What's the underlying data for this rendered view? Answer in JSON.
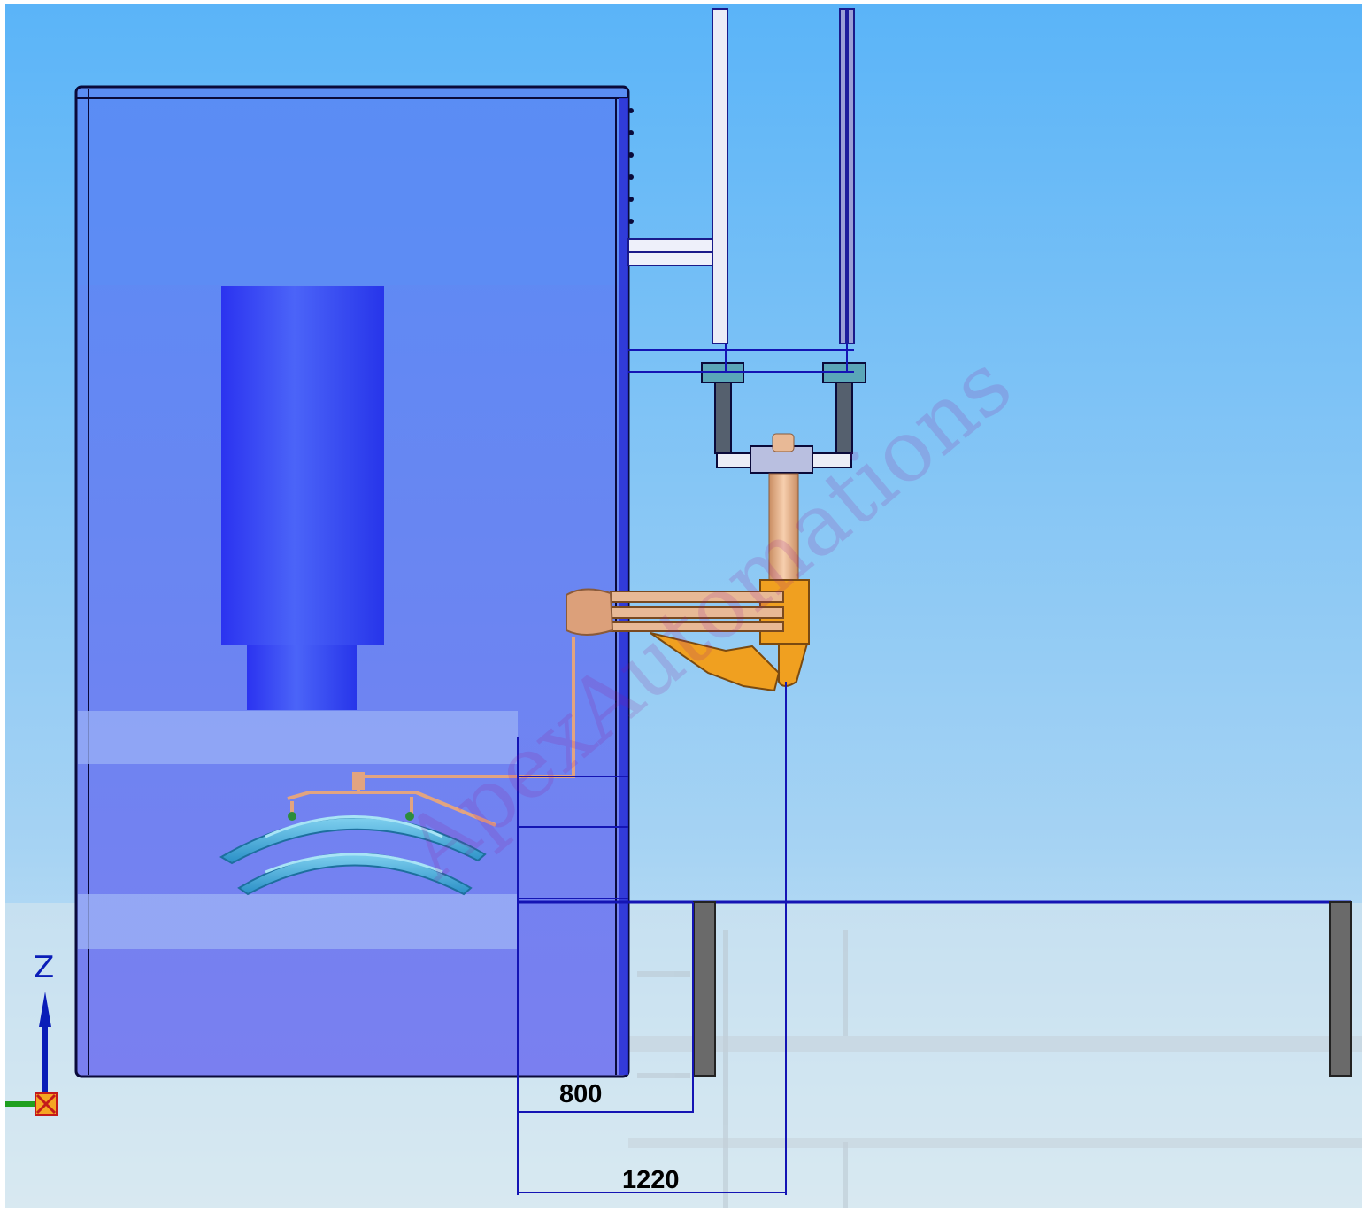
{
  "dimensions": {
    "inner": "800",
    "outer": "1220"
  },
  "axis_triad": {
    "z_label": "Z"
  },
  "watermark": "ApexAutomations",
  "colors": {
    "sky_top": "#5ab4f8",
    "sky_bottom": "#c9e4f4",
    "press_blue": "#5a82f0",
    "ram_blue": "#2b3cf5",
    "dimension_line": "#1414b4",
    "robot_copper": "#e7b18a",
    "gripper_orange": "#f0a020",
    "leaf_spring": "#3ba6d8"
  }
}
